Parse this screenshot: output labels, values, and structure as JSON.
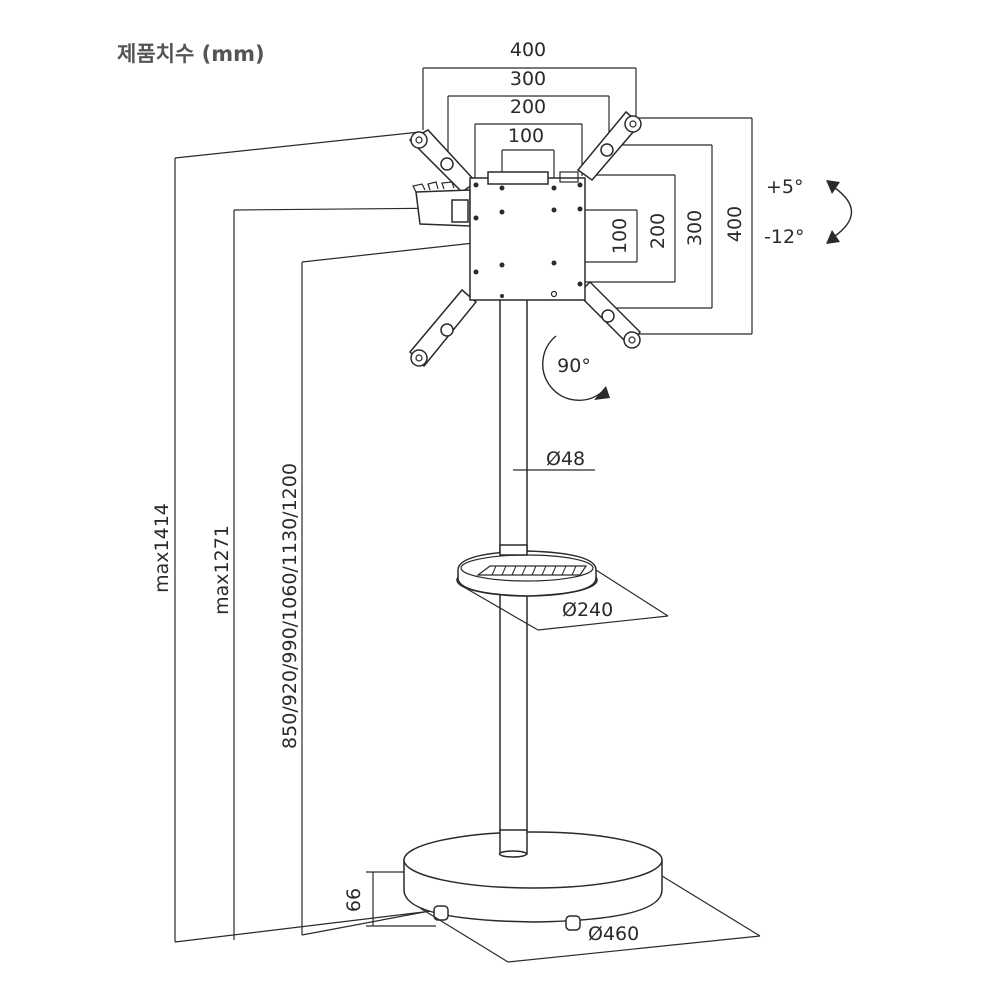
{
  "title": "제품치수 (mm)",
  "vesa": {
    "h400": "400",
    "h300": "300",
    "h200": "200",
    "h100": "100",
    "v100": "100",
    "v200": "200",
    "v300": "300",
    "v400": "400"
  },
  "tilt": {
    "up": "+5°",
    "down": "-12°"
  },
  "rotation": "90°",
  "pole_diameter": "Ø48",
  "tray_diameter": "Ø240",
  "base_diameter": "Ø460",
  "base_height": "66",
  "heights": {
    "max_total": "max1414",
    "max_center": "max1271",
    "adjustable": "850/920/990/1060/1130/1200"
  }
}
